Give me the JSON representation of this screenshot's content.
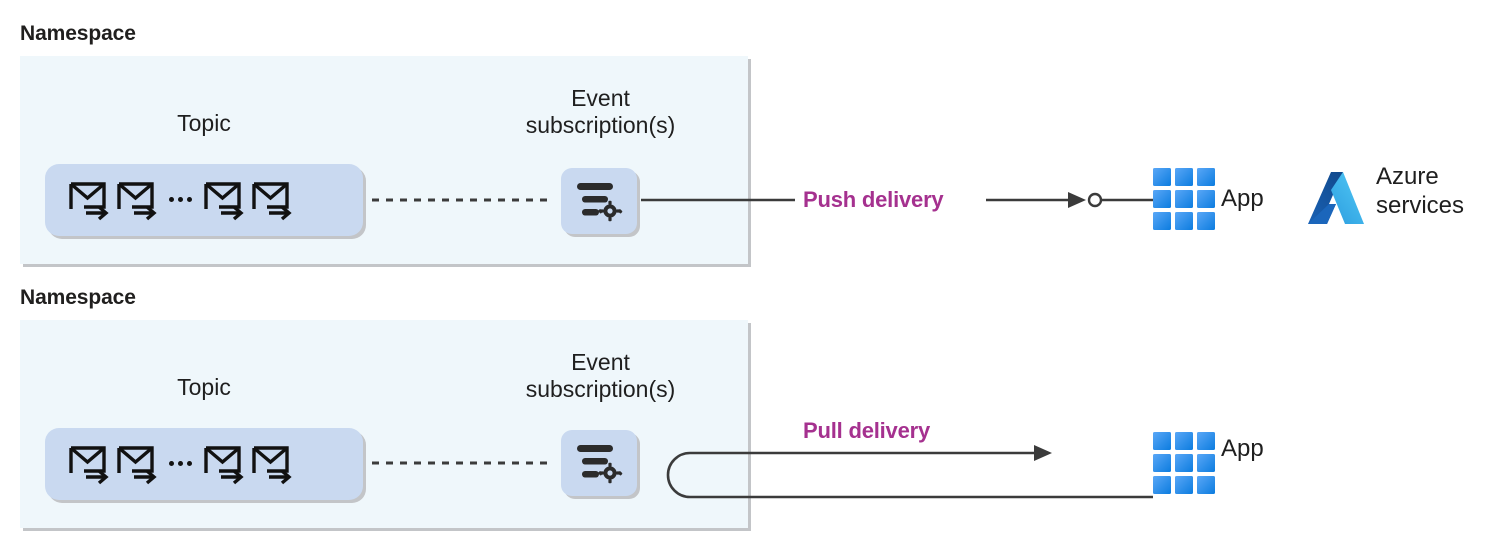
{
  "diagram": {
    "title_top": "Namespace",
    "title_bottom": "Namespace",
    "colors": {
      "namespace_bg": "#eff7fb",
      "pill_bg": "#c9d9f0",
      "delivery_label": "#a5318f",
      "line": "#3b3b3b",
      "shadow": "#c3c5c8",
      "app_blue_light": "#59a5f5",
      "app_blue_dark": "#0f7ae5",
      "azure_dark": "#1b5aa8",
      "azure_light": "#43b8ef"
    }
  },
  "rows": [
    {
      "namespace_label": "Namespace",
      "topic_label": "Topic",
      "subscription_label": "Event\nsubscription(s)",
      "delivery_label": "Push delivery",
      "app_label": "App",
      "envelope_count": 4,
      "ellipsis": "...",
      "connector": "straight-arrow-with-endpoint-circle"
    },
    {
      "namespace_label": "Namespace",
      "topic_label": "Topic",
      "subscription_label": "Event\nsubscription(s)",
      "delivery_label": "Pull delivery",
      "app_label": "App",
      "envelope_count": 4,
      "ellipsis": "...",
      "connector": "u-turn-loop-arrow"
    }
  ],
  "azure": {
    "label": "Azure\nservices",
    "logo_name": "azure-logo"
  },
  "icons": {
    "envelope": "envelope-arrow-icon",
    "subscription": "filter-gear-icon",
    "app": "app-grid-icon",
    "azure": "azure-logo-icon"
  }
}
